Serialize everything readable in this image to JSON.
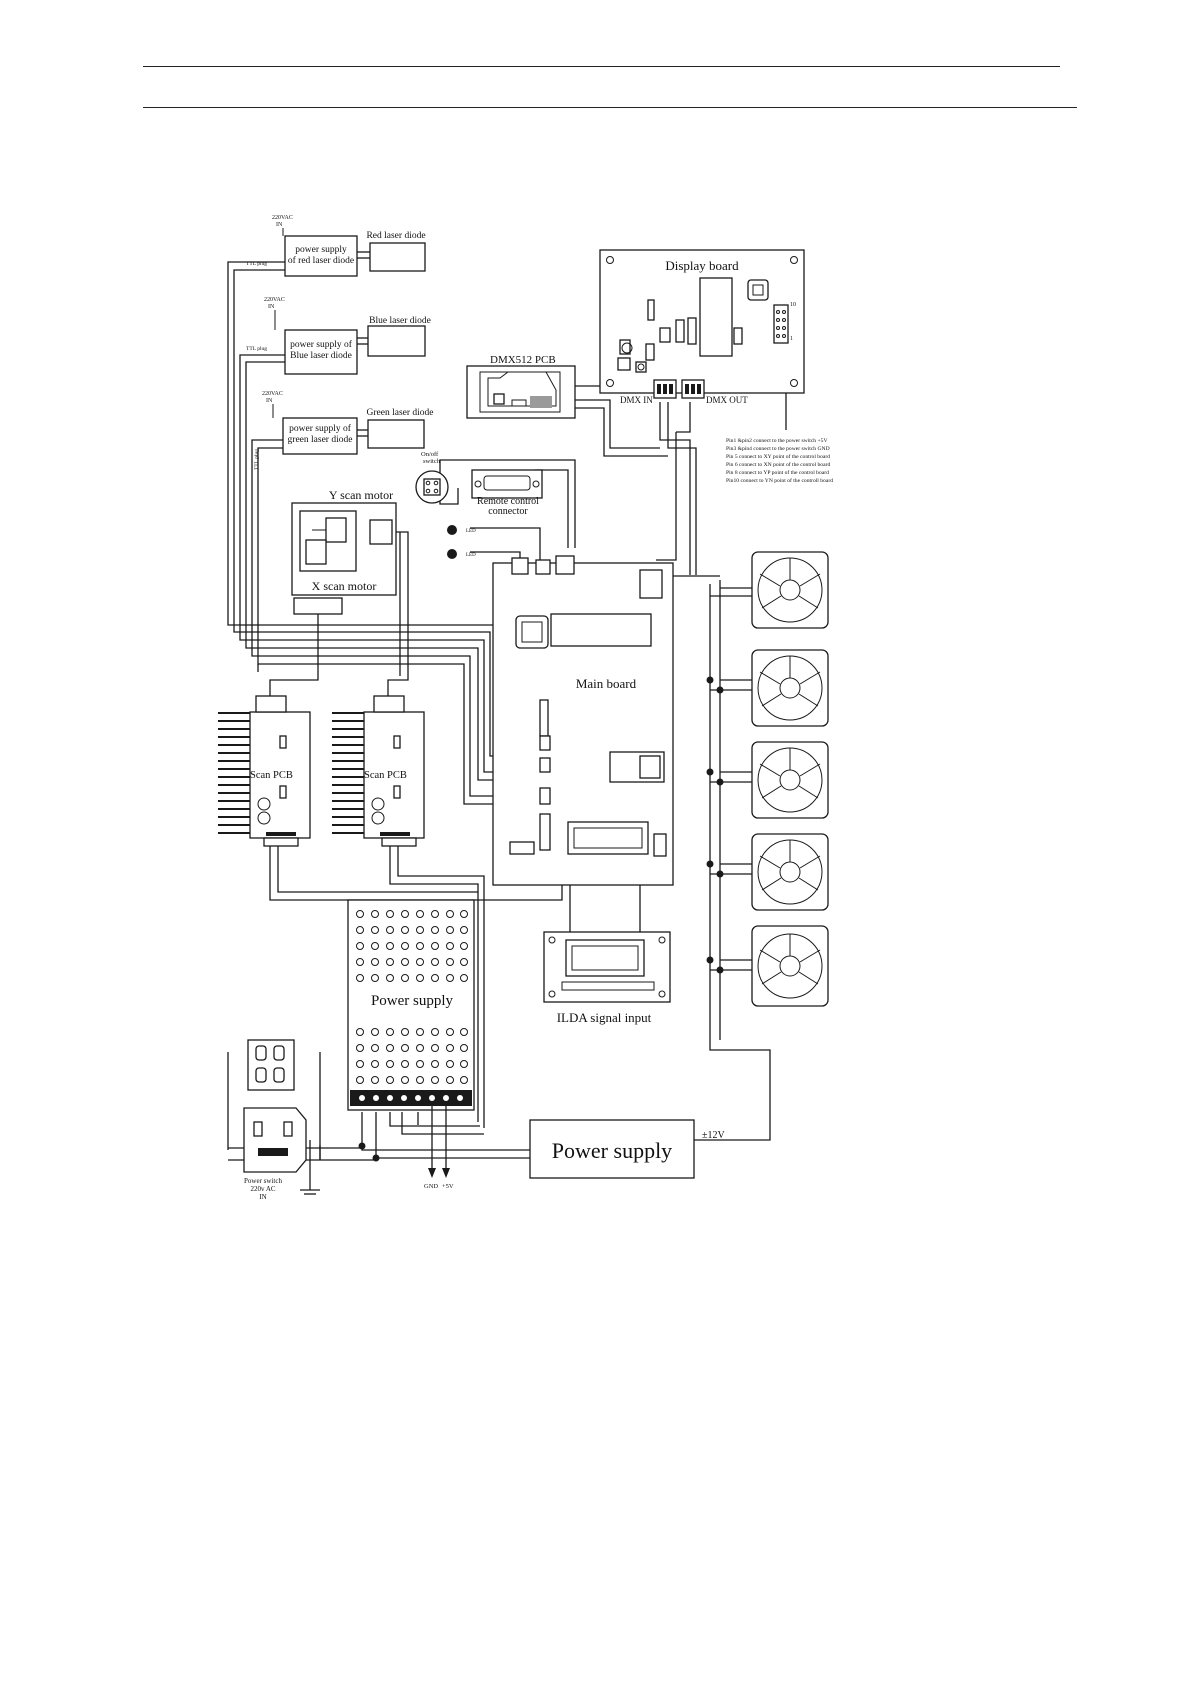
{
  "diagram": {
    "components": {
      "red_psu": [
        "power supply",
        "of red laser diode"
      ],
      "red_diode": "Red laser diode",
      "red_ac": [
        "220VAC",
        "IN"
      ],
      "blue_psu": [
        "power supply of",
        "Blue laser diode"
      ],
      "blue_diode": "Blue laser diode",
      "blue_ac": [
        "220VAC",
        "IN"
      ],
      "green_psu": [
        "power supply of",
        "green laser diode"
      ],
      "green_diode": "Green laser diode",
      "green_ac": [
        "220VAC",
        "IN"
      ],
      "ttl_plug": "TTL plug",
      "display_board": "Display board",
      "dmx_pcb": "DMX512 PCB",
      "dmx_in": "DMX IN",
      "dmx_out": "DMX OUT",
      "onoff_switch": [
        "On/off",
        "switch"
      ],
      "remote_connector": [
        "Remote control",
        "connector"
      ],
      "y_motor": "Y scan motor",
      "x_motor": "X scan motor",
      "main_board": "Main board",
      "scan_pcb": "Scan PCB",
      "power_supply_main": "Power supply",
      "ilda_input": "ILDA signal input",
      "power_supply_fan": "Power supply",
      "fan_voltage": "±12V",
      "power_switch": [
        "Power switch",
        "220v AC",
        "IN"
      ],
      "gnd_label": "GND",
      "v5_label": "+5V",
      "led_labels": [
        "LED",
        "LED"
      ]
    },
    "pin_notes": [
      "Pin1 &pin2 connect to the power switch +5V",
      "Pin3 &pin4 connect to the power switch GND",
      "Pin 5 connect to XY point of the control board",
      "Pin 6 connect to XN point of the control board",
      "Pin 8 connect to YP point of the control board",
      "Pin10 connect to YN point of the controll board"
    ],
    "connector_pin_labels": [
      "10",
      "1"
    ]
  }
}
